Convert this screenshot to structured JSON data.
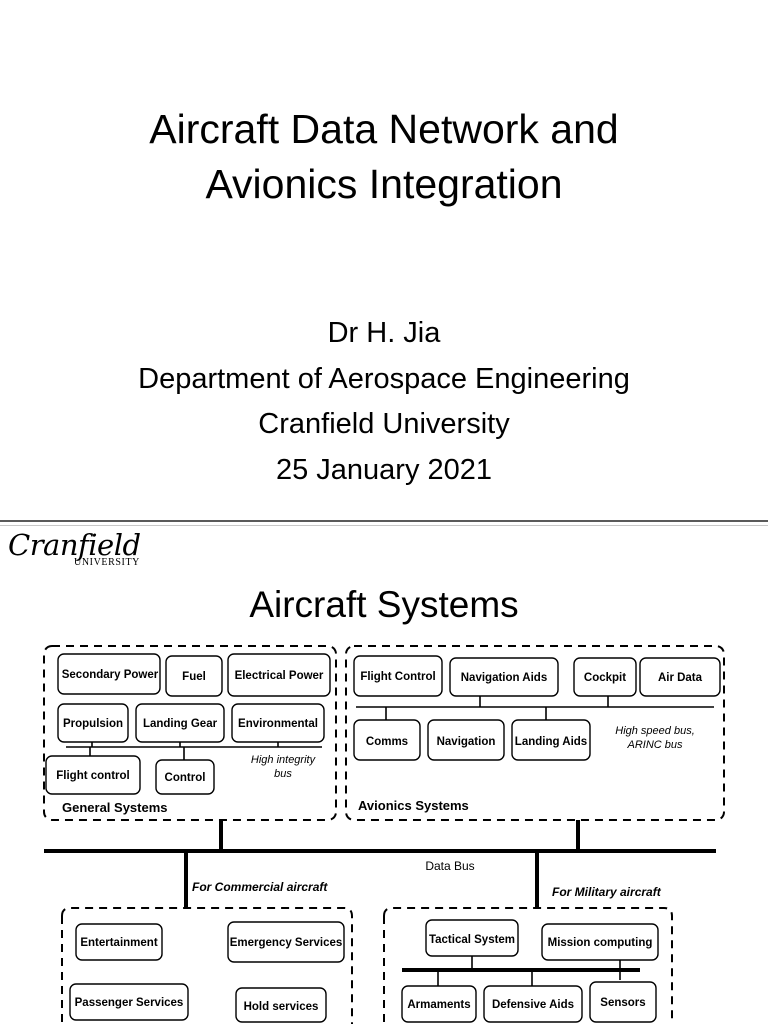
{
  "slide1": {
    "title_line1": "Aircraft Data Network and",
    "title_line2": "Avionics Integration",
    "author": "Dr H. Jia",
    "department": "Department of Aerospace Engineering",
    "university": "Cranfield University",
    "date": "25 January 2021"
  },
  "slide2": {
    "logo_main": "Cranfield",
    "logo_sub": "UNIVERSITY",
    "title": "Aircraft Systems",
    "general_systems": {
      "label": "General Systems",
      "boxes": [
        "Secondary Power",
        "Fuel",
        "Electrical Power",
        "Propulsion",
        "Landing Gear",
        "Environmental",
        "Flight control",
        "Control"
      ],
      "bus_line1": "High integrity",
      "bus_line2": "bus"
    },
    "avionics_systems": {
      "label": "Avionics Systems",
      "boxes": [
        "Flight Control",
        "Navigation Aids",
        "Cockpit",
        "Air Data",
        "Comms",
        "Navigation",
        "Landing Aids"
      ],
      "bus_line1": "High speed bus,",
      "bus_line2": "ARINC bus"
    },
    "data_bus": "Data Bus",
    "commercial": {
      "caption": "For Commercial aircraft",
      "boxes": [
        "Entertainment",
        "Emergency Services",
        "Passenger Services",
        "Hold services"
      ]
    },
    "military": {
      "caption": "For Military aircraft",
      "boxes": [
        "Tactical System",
        "Mission computing",
        "Armaments",
        "Defensive Aids",
        "Sensors"
      ]
    }
  }
}
